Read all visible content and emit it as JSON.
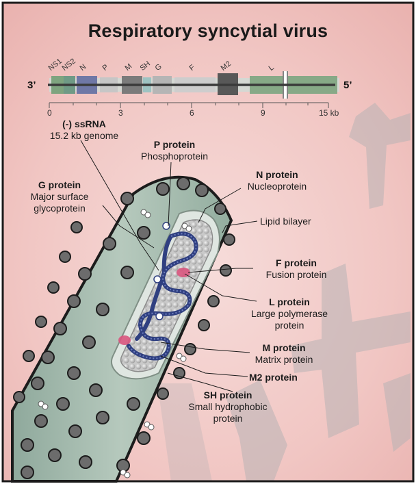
{
  "title": "Respiratory syncytial virus",
  "genome_map": {
    "end_left": "3’",
    "end_right": "5’",
    "genes": [
      "NS1",
      "NS2",
      "N",
      "P",
      "M",
      "SH",
      "G",
      "F",
      "M2",
      "L"
    ],
    "scale_ticks": [
      "0",
      "3",
      "6",
      "9",
      "15 kb"
    ]
  },
  "labels": {
    "ssrna": {
      "title": "(-) ssRNA",
      "desc": "15.2 kb genome"
    },
    "p_protein": {
      "title": "P protein",
      "desc": "Phosphoprotein"
    },
    "n_protein": {
      "title": "N protein",
      "desc": "Nucleoprotein"
    },
    "g_protein": {
      "title": "G protein",
      "desc1": "Major surface",
      "desc2": "glycoprotein"
    },
    "lipid_bilayer": {
      "title": "Lipid bilayer"
    },
    "f_protein": {
      "title": "F protein",
      "desc": "Fusion protein"
    },
    "l_protein": {
      "title": "L protein",
      "desc1": "Large polymerase",
      "desc2": "protein"
    },
    "m_protein": {
      "title": "M protein",
      "desc": "Matrix protein"
    },
    "m2_protein": {
      "title": "M2 protein"
    },
    "sh_protein": {
      "title": "SH protein",
      "desc1": "Small hydrophobic",
      "desc2": "protein"
    }
  },
  "colors": {
    "background": "#f2c9c6",
    "frame": "#1a1a1a",
    "virion_envelope": "#a8bdb1",
    "nucleocapsid_blue": "#2f3f80",
    "polymerase_pink": "#d9557e",
    "gene_green": "#7fa37f",
    "gene_blue": "#6f7aa6",
    "gene_grey": "#9a9a9a"
  }
}
